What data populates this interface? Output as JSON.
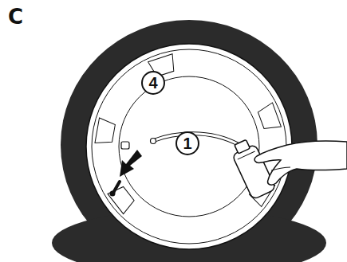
{
  "diagram": {
    "nodes": [
      {
        "text": [
          "4"
        ]
      },
      {
        "text": [
          "1"
        ]
      }
    ],
    "labels": [
      "C"
    ]
  }
}
